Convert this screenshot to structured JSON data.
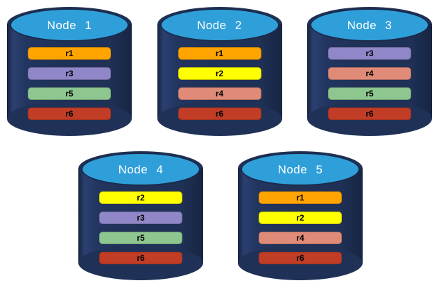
{
  "colors": {
    "cylinder_body": "#1f3156",
    "cylinder_cap": "#2f9fd9",
    "cap_outline": "#1b2a4a",
    "title_text": "#ffffff",
    "bar_text": "#000000",
    "replicas": {
      "r1": "#ffa400",
      "r2": "#ffff00",
      "r3": "#9087c8",
      "r4": "#e08b78",
      "r5": "#8dc68e",
      "r6": "#c23d26"
    }
  },
  "nodes": [
    {
      "label": "Node 1",
      "replicas": [
        "r1",
        "r3",
        "r5",
        "r6"
      ]
    },
    {
      "label": "Node 2",
      "replicas": [
        "r1",
        "r2",
        "r4",
        "r6"
      ]
    },
    {
      "label": "Node 3",
      "replicas": [
        "r3",
        "r4",
        "r5",
        "r6"
      ]
    },
    {
      "label": "Node 4",
      "replicas": [
        "r2",
        "r3",
        "r5",
        "r6"
      ]
    },
    {
      "label": "Node 5",
      "replicas": [
        "r1",
        "r2",
        "r4",
        "r6"
      ]
    }
  ]
}
